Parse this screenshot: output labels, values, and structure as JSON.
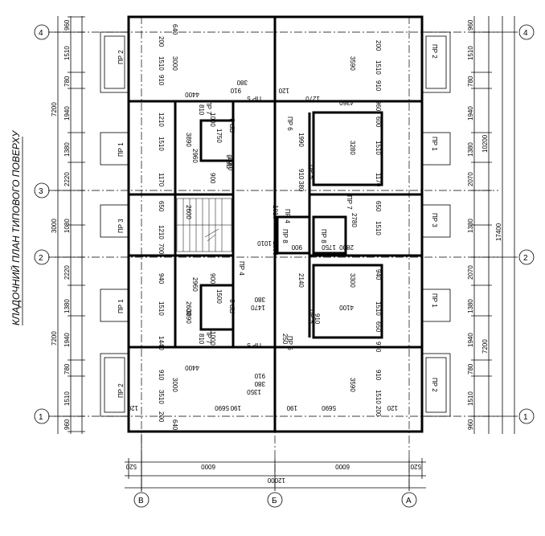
{
  "title": "КЛАДОЧНИЙ ПЛАН ТИПОВОГО ПОВЕРХУ",
  "axes": {
    "rows": [
      "1",
      "2",
      "3",
      "4"
    ],
    "cols": [
      "В",
      "Б",
      "А"
    ]
  },
  "labels": {
    "pr1": "ПР 1",
    "pr2": "ПР 2",
    "pr3": "ПР 3",
    "pr4": "ПР 4",
    "pr5": "ПР 5",
    "pr6": "ПР 6",
    "pr7": "ПР 7",
    "pr8": "ПР 8"
  },
  "dims": {
    "d960": "960",
    "d1510": "1510",
    "d780": "780",
    "d1940": "1940",
    "d1380": "1380",
    "d2220": "2220",
    "d3000": "3000",
    "d1080": "1080",
    "d7200": "7200",
    "d10200": "10200",
    "d17400": "17400",
    "d2070": "2070",
    "d6000": "6000",
    "d12000": "12000",
    "d520": "520",
    "d5690": "5690",
    "d3590": "3590",
    "d4400": "4400",
    "d4360": "4360",
    "d4100": "4100",
    "d3280": "3280",
    "d3300": "3300",
    "d3890": "3890",
    "d2960": "2960",
    "d2600": "2600",
    "d640": "640",
    "d200": "200",
    "d910": "910",
    "d380": "380",
    "d120": "120",
    "d1210": "1210",
    "d1170": "1170",
    "d650": "650",
    "d700": "700",
    "d1990": "1990",
    "d2140": "2140",
    "d1750": "1750",
    "d1160": "1160",
    "d900": "900",
    "d1000": "1000",
    "d810": "810",
    "d600": "600",
    "d3510": "3510",
    "d190": "190",
    "d1440": "1440",
    "d940": "940",
    "d1470": "1470",
    "d1590": "1590",
    "d1010": "1010",
    "d1350": "1350",
    "d250": "250",
    "d970": "970",
    "d2780": "2780",
    "d2800": "2800",
    "d1500": "1500",
    "d1270": "1270",
    "d3000b": "3000"
  }
}
